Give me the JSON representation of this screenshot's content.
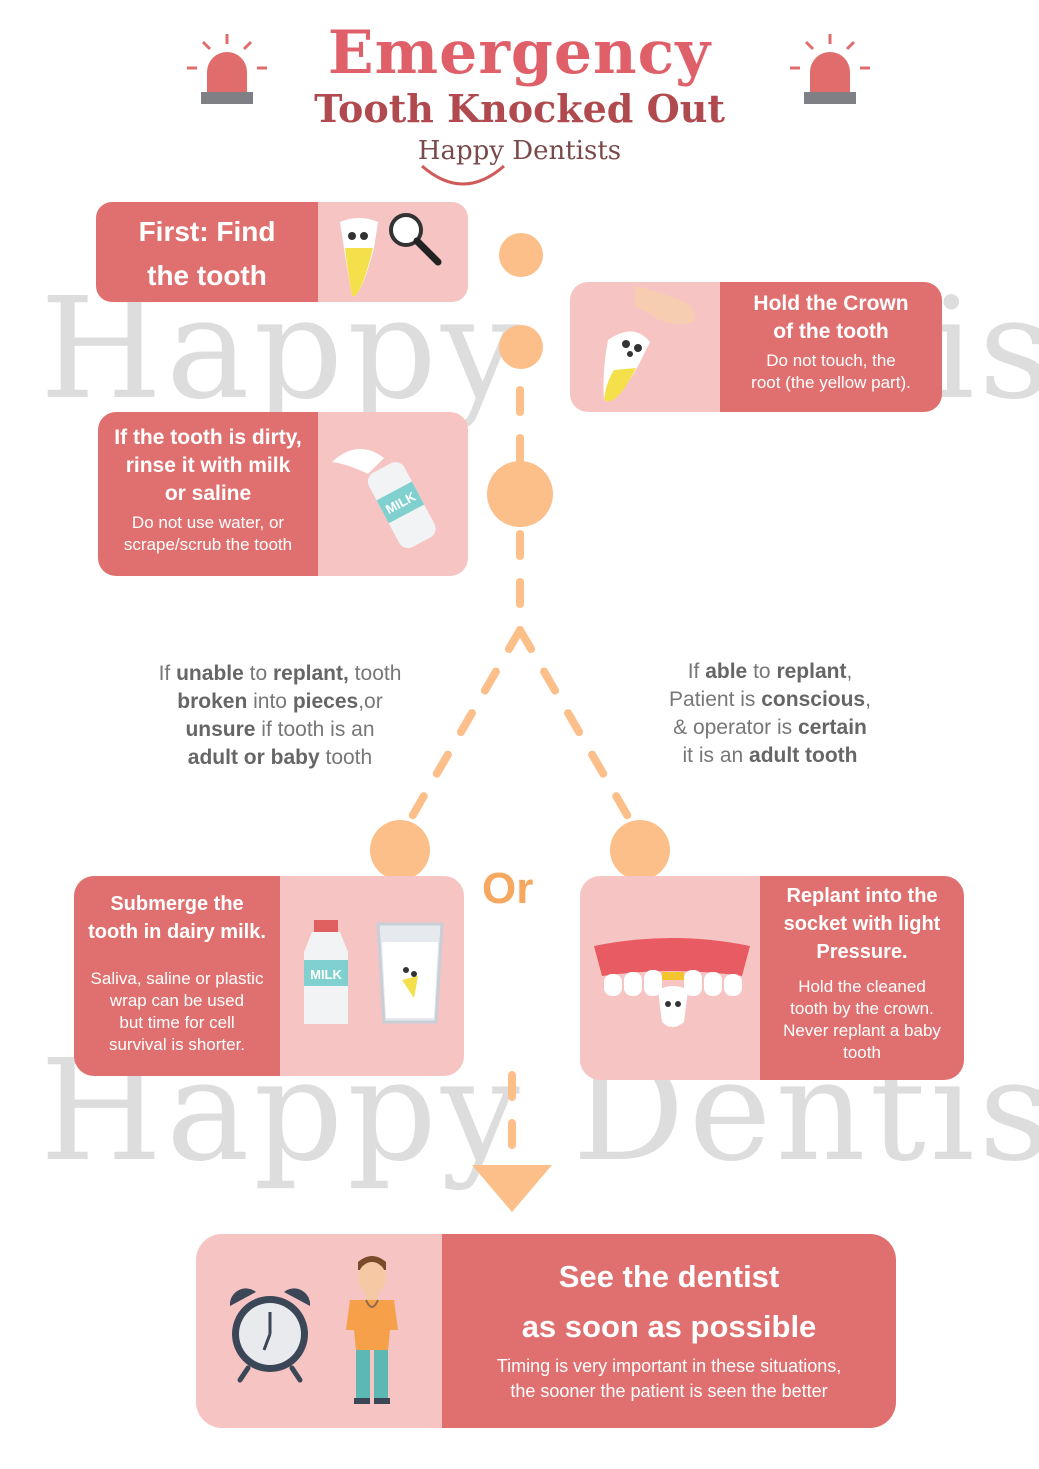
{
  "header": {
    "title": "Emergency",
    "subtitle": "Tooth Knocked Out",
    "brand": "Happy Dentists"
  },
  "watermark": {
    "line1": "Happy Dentists",
    "line2": "Happy Dentists"
  },
  "steps": {
    "find": {
      "title_line1": "First: Find",
      "title_line2": "the tooth"
    },
    "hold": {
      "title_line1": "Hold the Crown",
      "title_line2": "of the tooth",
      "note_line1": "Do not touch, the",
      "note_line2": "root (the yellow part)."
    },
    "rinse": {
      "title_line1": "If the tooth is dirty,",
      "title_line2": "rinse it with milk",
      "title_line3": "or saline",
      "note_line1": "Do not use water, or",
      "note_line2": "scrape/scrub the tooth",
      "milk_label": "MILK"
    },
    "submerge": {
      "title_line1": "Submerge the",
      "title_line2": "tooth in dairy milk.",
      "note_line1": "Saliva, saline or plastic",
      "note_line2": "wrap can be used",
      "note_line3": "but time for cell",
      "note_line4": "survival is shorter.",
      "milk_label": "MILK"
    },
    "replant": {
      "title_line1": "Replant into the",
      "title_line2": "socket with light",
      "title_line3": "Pressure.",
      "note_line1": "Hold the cleaned",
      "note_line2": "tooth by the crown.",
      "note_line3": "Never replant a baby",
      "note_line4": "tooth"
    },
    "final": {
      "title_line1": "See the dentist",
      "title_line2": "as soon as possible",
      "note_line1": "Timing is very important in these situations,",
      "note_line2": "the sooner the patient is seen the better"
    }
  },
  "branch": {
    "or_label": "Or",
    "left": {
      "l1a": "If ",
      "l1b": "unable",
      "l1c": " to ",
      "l1d": "replant,",
      "l1e": " tooth",
      "l2a": "broken",
      "l2b": " into ",
      "l2c": "pieces",
      "l2d": ",or",
      "l3a": "unsure",
      "l3b": " if tooth is an",
      "l4a": "adult or baby",
      "l4b": " tooth"
    },
    "right": {
      "l1a": "If ",
      "l1b": "able",
      "l1c": " to ",
      "l1d": "replant",
      "l1e": ",",
      "l2a": "Patient is ",
      "l2b": "conscious",
      "l2c": ",",
      "l3a": "& operator is ",
      "l3b": "certain",
      "l4a": "it is an ",
      "l4b": "adult tooth"
    }
  },
  "colors": {
    "dark_card": "#e07070",
    "light_card": "#f7c4c4",
    "connector": "#fcbf8a",
    "title": "#e0606a"
  }
}
